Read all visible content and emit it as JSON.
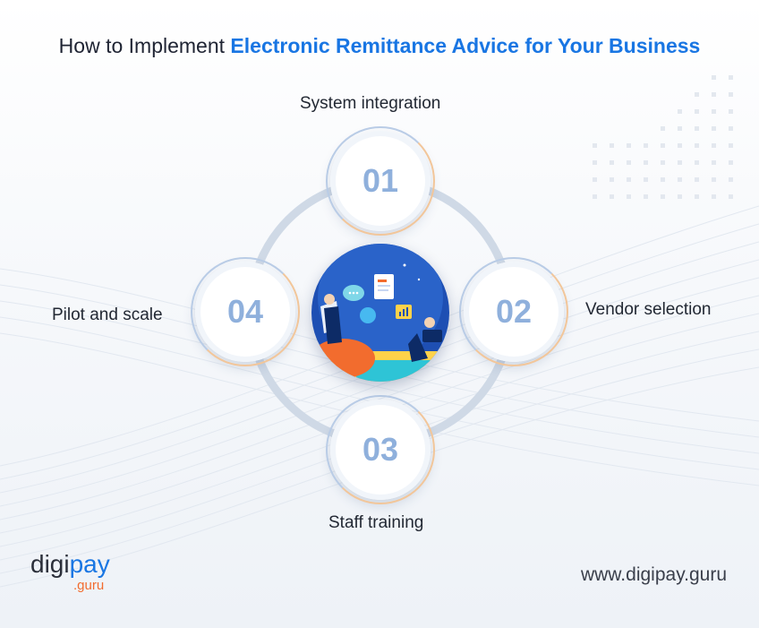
{
  "title": {
    "prefix": "How to Implement ",
    "accent": "Electronic Remittance Advice for Your Business"
  },
  "steps": [
    {
      "number": "01",
      "label": "System integration"
    },
    {
      "number": "02",
      "label": "Vendor selection"
    },
    {
      "number": "03",
      "label": "Staff training"
    },
    {
      "number": "04",
      "label": "Pilot and scale"
    }
  ],
  "logo": {
    "text_main": "digi",
    "text_accent": "pay",
    "text_sub": ".guru"
  },
  "website": "www.digipay.guru",
  "colors": {
    "accent": "#1976e3",
    "ring": "#cfd9e6",
    "number": "#8fb0dc",
    "orange": "#f26c2e"
  }
}
